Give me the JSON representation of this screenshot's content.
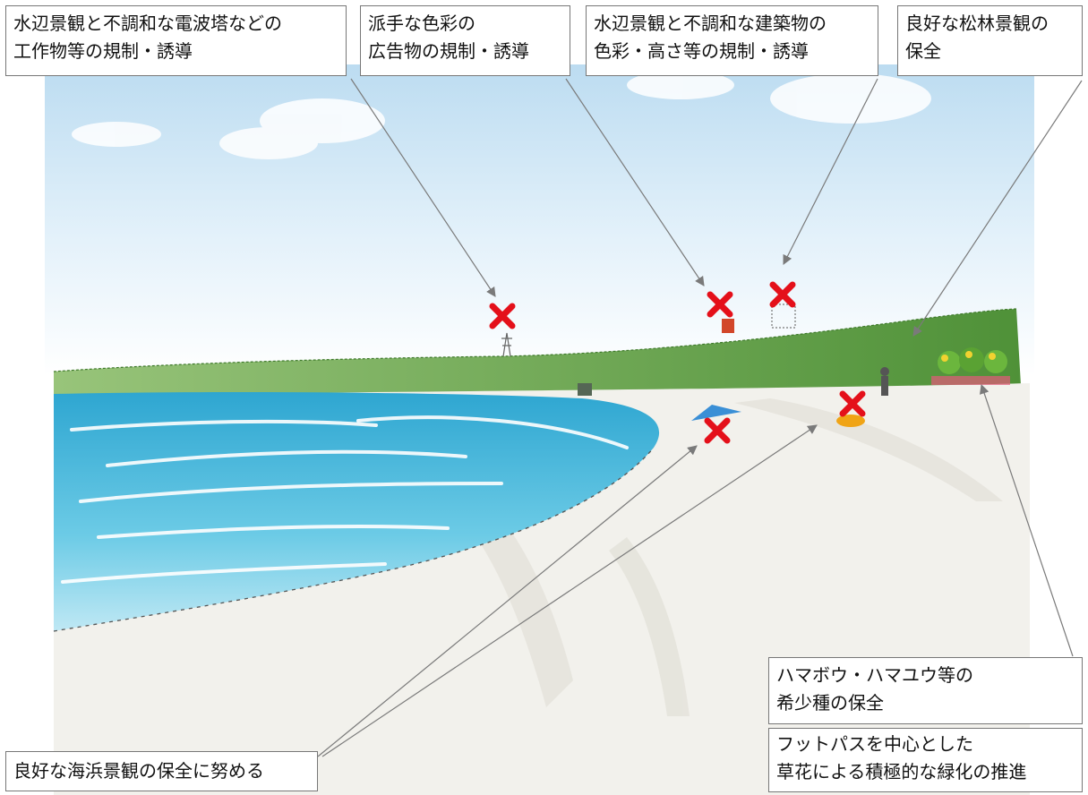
{
  "callouts": {
    "tower": {
      "line1": "水辺景観と不調和な電波塔などの",
      "line2": "工作物等の規制・誘導"
    },
    "ads": {
      "line1": "派手な色彩の",
      "line2": "広告物の規制・誘導"
    },
    "building": {
      "line1": "水辺景観と不調和な建築物の",
      "line2": "色彩・高さ等の規制・誘導"
    },
    "pine": {
      "line1": "良好な松林景観の",
      "line2": "保全"
    },
    "rare_species": {
      "line1": "ハマボウ・ハマユウ等の",
      "line2": "希少種の保全"
    },
    "footpath": {
      "line1": "フットパスを中心とした",
      "line2": "草花による積極的な緑化の推進"
    },
    "beach": {
      "line1": "良好な海浜景観の保全に努める"
    }
  },
  "colors": {
    "sky": "#d4e9f6",
    "sea": "#4cb6d8",
    "pine_forest": "#6ea851",
    "sand": "#f1f0ea",
    "x_mark": "#e4101a",
    "arrow": "#808080"
  },
  "icons": {
    "x_mark": "x-mark-icon"
  }
}
